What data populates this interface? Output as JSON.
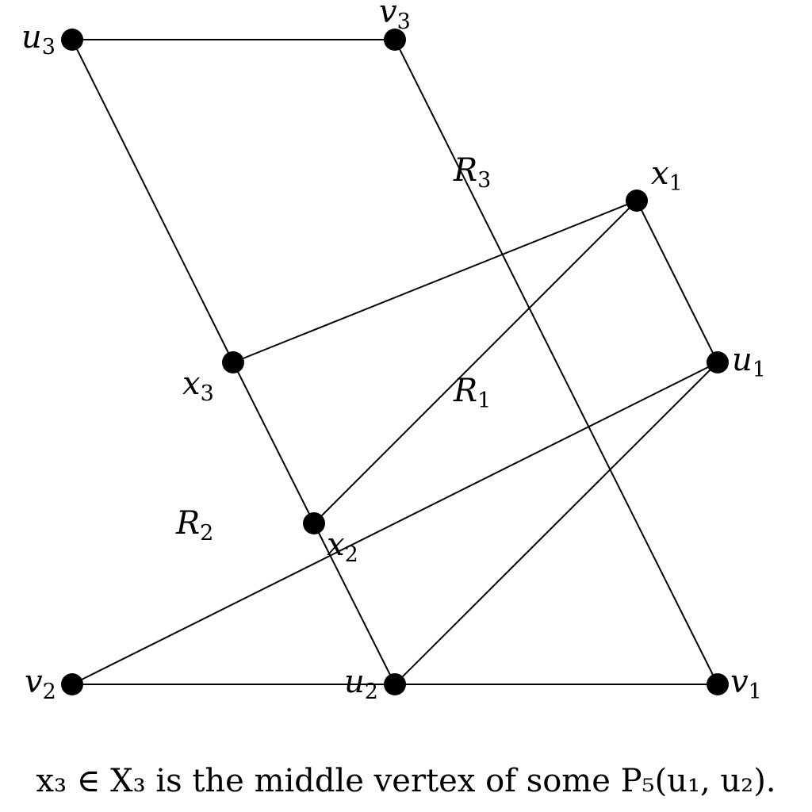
{
  "vertices": [
    {
      "id": "u3",
      "name": "u",
      "sub": "3"
    },
    {
      "id": "v3",
      "name": "v",
      "sub": "3"
    },
    {
      "id": "x1",
      "name": "x",
      "sub": "1"
    },
    {
      "id": "u1",
      "name": "u",
      "sub": "1"
    },
    {
      "id": "x3",
      "name": "x",
      "sub": "3"
    },
    {
      "id": "x2",
      "name": "x",
      "sub": "2"
    },
    {
      "id": "v2",
      "name": "v",
      "sub": "2"
    },
    {
      "id": "u2",
      "name": "u",
      "sub": "2"
    },
    {
      "id": "v1",
      "name": "v",
      "sub": "1"
    }
  ],
  "edges": [
    [
      "u3",
      "v3"
    ],
    [
      "u3",
      "x3"
    ],
    [
      "x3",
      "x2"
    ],
    [
      "x2",
      "u2"
    ],
    [
      "v3",
      "v1"
    ],
    [
      "x3",
      "x1"
    ],
    [
      "x1",
      "x2"
    ],
    [
      "x1",
      "u1"
    ],
    [
      "u1",
      "v2"
    ],
    [
      "u1",
      "u2"
    ],
    [
      "v2",
      "u2"
    ],
    [
      "u2",
      "v1"
    ]
  ],
  "regions": [
    {
      "id": "R3",
      "name": "R",
      "sub": "3"
    },
    {
      "id": "R1",
      "name": "R",
      "sub": "1"
    },
    {
      "id": "R2",
      "name": "R",
      "sub": "2"
    }
  ],
  "caption": "x₃ ∈ X₃ is the middle vertex of some P₅(u₁, u₂)."
}
